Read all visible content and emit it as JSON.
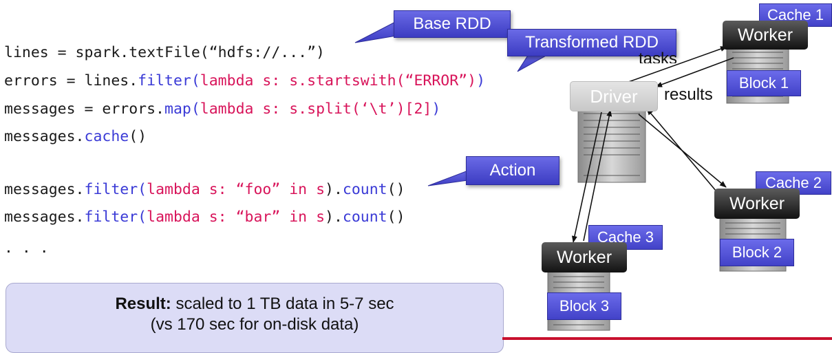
{
  "code": {
    "line1": {
      "a": "lines = spark.textFile(“hdfs://...”)"
    },
    "line2": {
      "a": "errors = lines.",
      "m": "filter",
      "p": "(",
      "k": "lambda s: s.startswith(“ERROR”)",
      "e": ")"
    },
    "line3": {
      "a": "messages = errors.",
      "m": "map",
      "p": "(",
      "k": "lambda s: s.split(‘\\t’)[2]",
      "e": ")"
    },
    "line4": {
      "a": "messages.",
      "m": "cache",
      "e": "()"
    },
    "line5": {
      "a": "messages.",
      "m": "filter",
      "p": "(",
      "k": "lambda s: “foo” in s",
      "e": ").",
      "m2": "count",
      "e2": "()"
    },
    "line6": {
      "a": "messages.",
      "m": "filter",
      "p": "(",
      "k": "lambda s: “bar” in s",
      "e": ").",
      "m2": "count",
      "e2": "()"
    },
    "ellipsis": ". . ."
  },
  "callouts": {
    "base_rdd": "Base RDD",
    "transformed_rdd": "Transformed RDD",
    "action": "Action"
  },
  "diagram": {
    "driver": "Driver",
    "tasks": "tasks",
    "results": "results",
    "worker": "Worker",
    "cache1": "Cache 1",
    "cache2": "Cache 2",
    "cache3": "Cache 3",
    "block1": "Block 1",
    "block2": "Block 2",
    "block3": "Block 3"
  },
  "result": {
    "bold": "Result:",
    "rest": " scaled to 1 TB data in 5-7 sec",
    "line2": "(vs 170 sec for on-disk data)"
  },
  "colors": {
    "accent": "#4a4ad6",
    "keyword": "#d8145a",
    "method": "#3a3ad6",
    "bottom_line": "#c8102e"
  }
}
